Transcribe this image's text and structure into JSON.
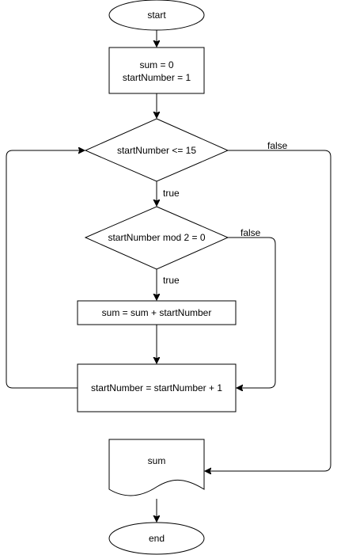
{
  "nodes": {
    "start": "start",
    "init_line1": "sum = 0",
    "init_line2": "startNumber = 1",
    "loop_condition": "startNumber <= 15",
    "mod_condition": "startNumber mod 2 = 0",
    "add_step": "sum = sum + startNumber",
    "increment_step": "startNumber = startNumber + 1",
    "output": "sum",
    "end": "end"
  },
  "edge_labels": {
    "loop_true": "true",
    "loop_false": "false",
    "mod_true": "true",
    "mod_false": "false"
  }
}
